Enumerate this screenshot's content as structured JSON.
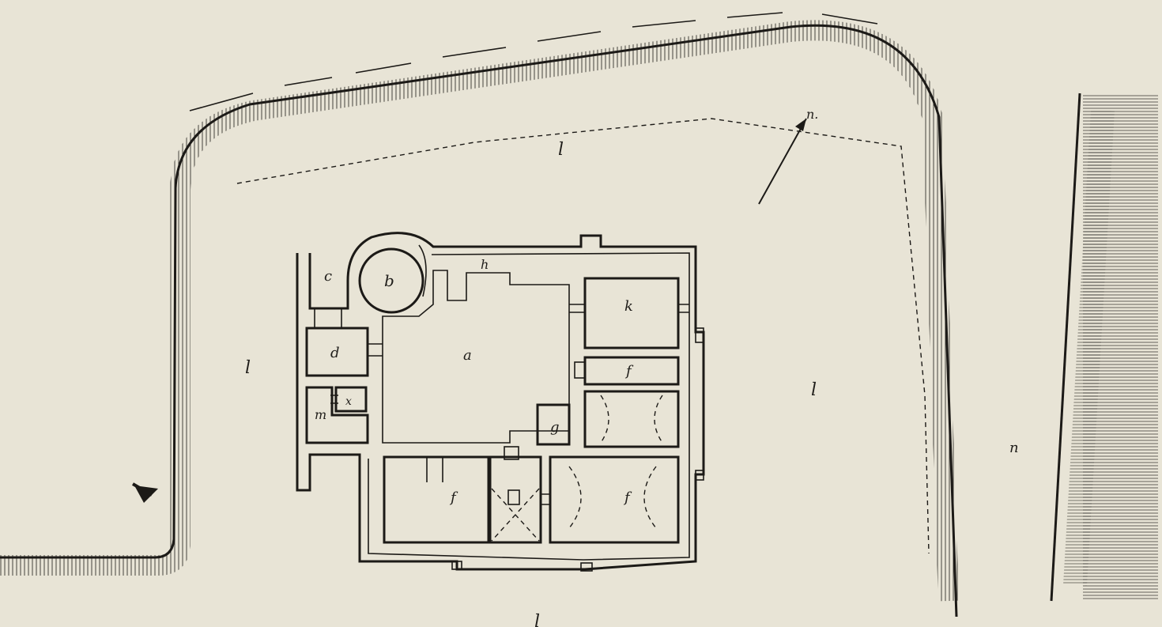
{
  "plan": {
    "labels": {
      "a": "a",
      "b": "b",
      "c": "c",
      "d": "d",
      "f1": "f",
      "f2": "f",
      "f3": "f",
      "g": "g",
      "h": "h",
      "k": "k",
      "l1": "l",
      "l2": "l",
      "l3": "l",
      "l4": "l",
      "m": "m",
      "n": "n",
      "x": "x",
      "north": "n."
    },
    "icons": {
      "north_arrow": "north-arrow-icon",
      "entrance_arrow": "entrance-arrow-icon"
    },
    "colors": {
      "paper": "#e8e4d6",
      "ink": "#1c1a17"
    }
  }
}
